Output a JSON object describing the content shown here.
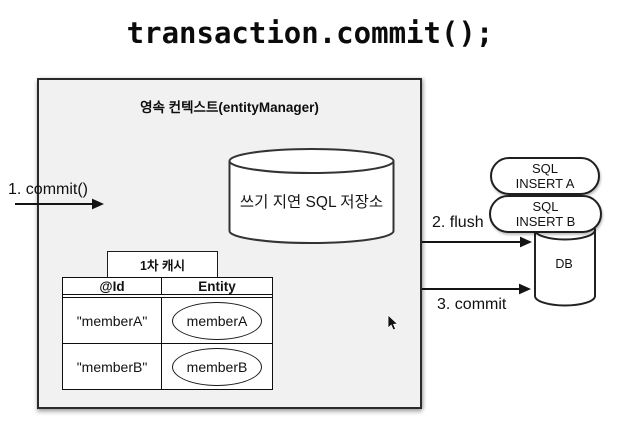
{
  "title": "transaction.commit();",
  "colors": {
    "background": "#ffffff",
    "context_box_fill": "#f1f1f1",
    "stroke": "#222222"
  },
  "context_box": {
    "label": "영속 컨텍스트(entityManager)",
    "sql_store": {
      "label": "쓰기 지연 SQL 저장소"
    },
    "first_level_cache": {
      "tab_label": "1차 캐시",
      "table": {
        "headers": [
          "@Id",
          "Entity"
        ],
        "rows": [
          {
            "id": "\"memberA\"",
            "entity": "memberA"
          },
          {
            "id": "\"memberB\"",
            "entity": "memberB"
          }
        ]
      }
    }
  },
  "arrows": {
    "commit1": "1. commit()",
    "flush": "2. flush",
    "commit3": "3. commit"
  },
  "sql_queue": [
    {
      "line1": "SQL",
      "line2": "INSERT A"
    },
    {
      "line1": "SQL",
      "line2": "INSERT B"
    }
  ],
  "db": {
    "label": "DB"
  }
}
